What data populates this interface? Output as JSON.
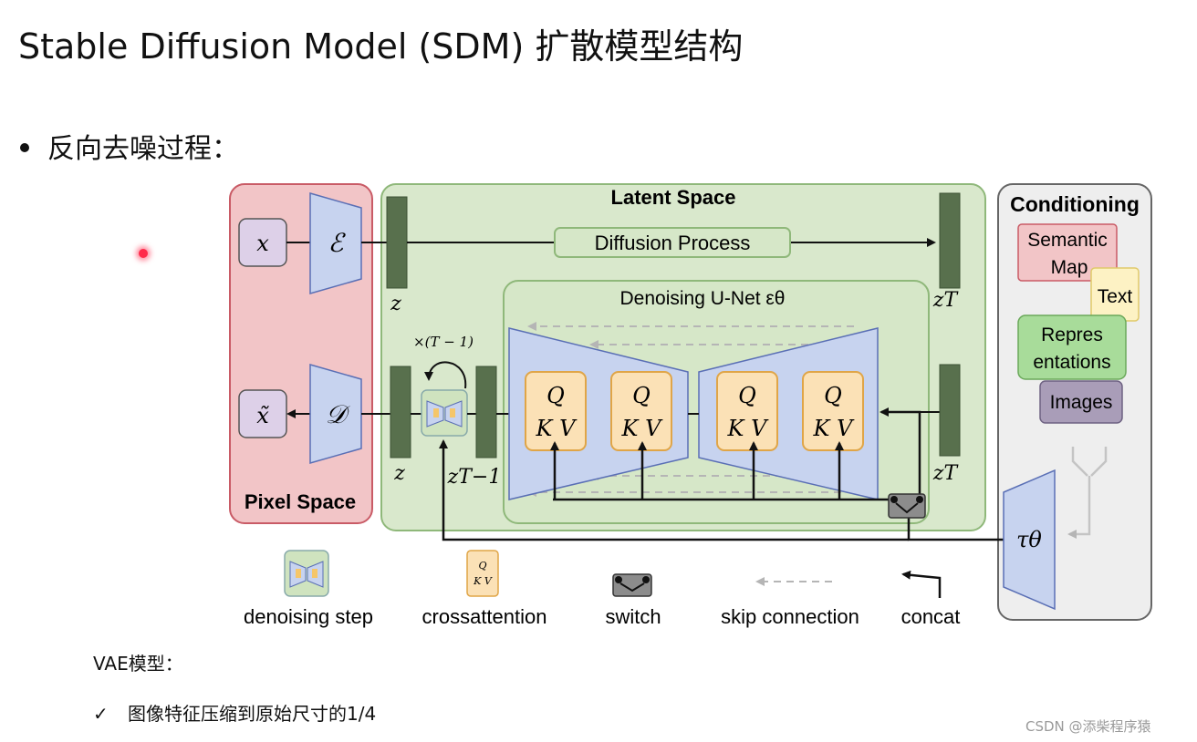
{
  "slide": {
    "title": "Stable Diffusion Model (SDM) 扩散模型结构",
    "bullet": "反向去噪过程：",
    "vae_heading": "VAE模型：",
    "check_mark": "✓",
    "check_item": "图像特征压缩到原始尺寸的1/4",
    "watermark": "CSDN @添柴程序猿"
  },
  "diagram": {
    "pixel_space": "Pixel Space",
    "latent_space": "Latent Space",
    "conditioning": "Conditioning",
    "diffusion_process": "Diffusion Process",
    "unet_title": "Denoising U-Net εθ",
    "x": "x",
    "x_tilde": "x̃",
    "encoder": "ℰ",
    "decoder": "𝒟",
    "z_top": "z",
    "z_bottom": "z",
    "zT_top": "zT",
    "zT_bottom": "zT",
    "z_t_minus_1": "zT−1",
    "repeat": "×(T − 1)",
    "tau": "τθ",
    "qkv_q": "Q",
    "qkv_kv": "K V",
    "cond_items": [
      "Semantic Map",
      "Text",
      "Repres entations",
      "Images"
    ]
  },
  "legend": {
    "denoising_step": "denoising step",
    "crossattention": "crossattention",
    "switch": "switch",
    "skip_connection": "skip connection",
    "concat": "concat"
  },
  "colors": {
    "pixel_bg": "#f2c5c7",
    "pixel_border": "#c95b66",
    "latent_bg": "#d9e8cc",
    "latent_border": "#8fb87a",
    "cond_bg": "#eeeeee",
    "trapezoid": "#c7d3ef",
    "bar": "#58704d",
    "qkv_bg": "#fbe1b6",
    "qkv_border": "#e0a547",
    "purple": "#ddd0e8"
  }
}
